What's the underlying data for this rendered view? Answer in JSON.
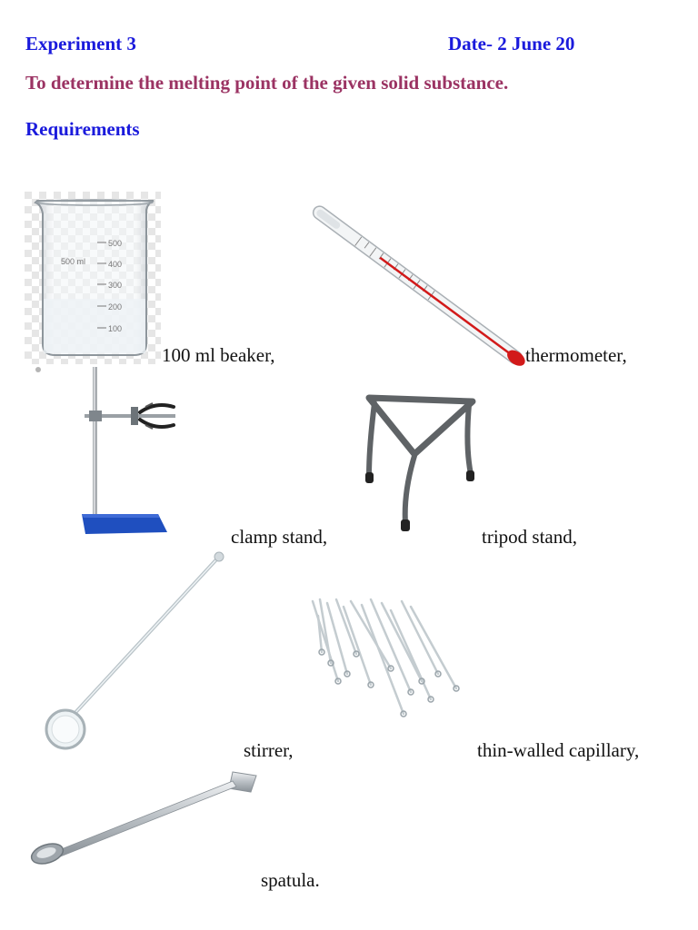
{
  "header": {
    "experiment": "Experiment 3",
    "date": "Date- 2 June 20"
  },
  "aim": "To determine the melting point of the given solid substance.",
  "requirements_heading": "Requirements",
  "items": [
    {
      "label": "100 ml beaker,",
      "icon": "beaker-icon"
    },
    {
      "label": "thermometer,",
      "icon": "thermometer-icon"
    },
    {
      "label": "clamp stand,",
      "icon": "clamp-stand-icon"
    },
    {
      "label": "tripod stand,",
      "icon": "tripod-stand-icon"
    },
    {
      "label": "stirrer,",
      "icon": "stirrer-icon"
    },
    {
      "label": "thin-walled capillary,",
      "icon": "capillary-tubes-icon"
    },
    {
      "label": "spatula.",
      "icon": "spatula-icon"
    }
  ],
  "beaker_marks": {
    "capacity": "500 ml",
    "graduations": [
      "500",
      "400",
      "300",
      "200",
      "100"
    ]
  },
  "colors": {
    "heading": "#1a1adc",
    "aim": "#9b3363",
    "stand_base": "#1f4fbf",
    "thermometer_liquid": "#d21a1a"
  }
}
